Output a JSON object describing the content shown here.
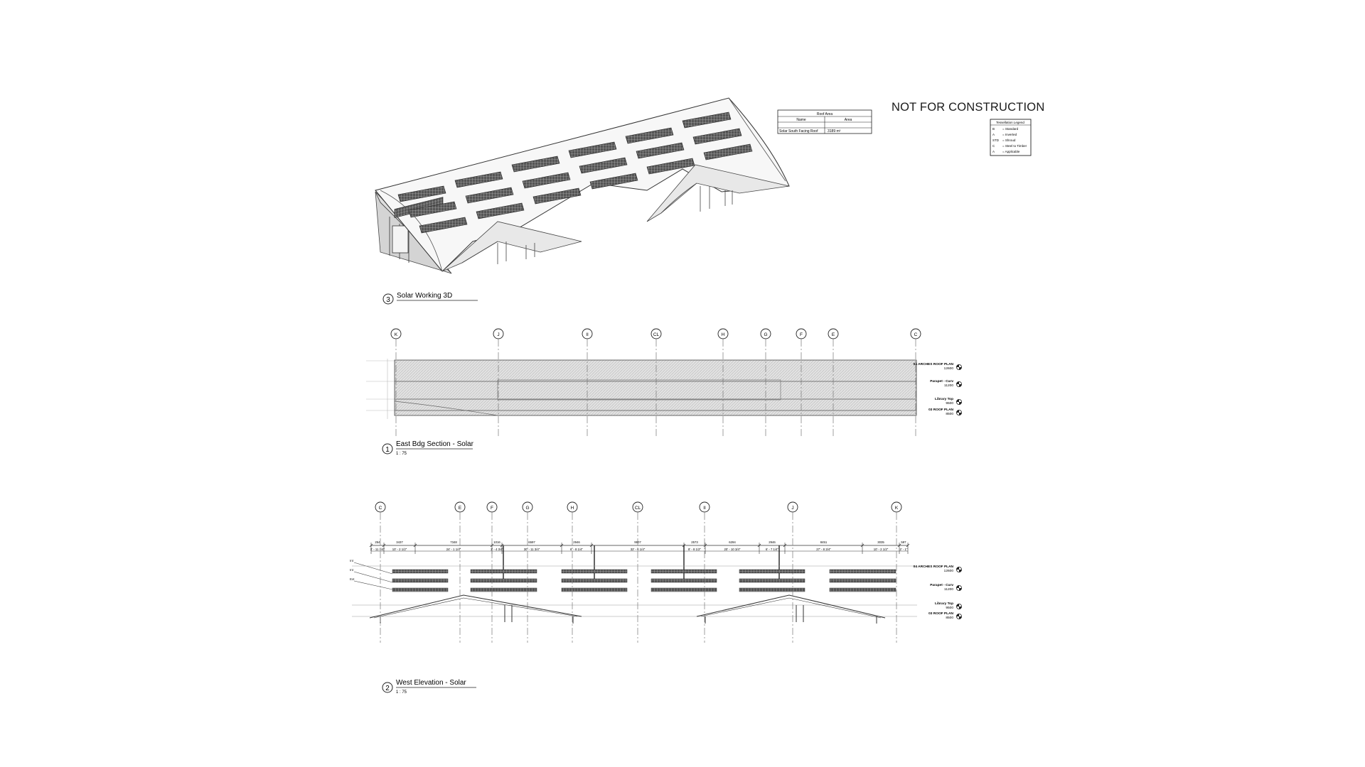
{
  "stamp": "NOT FOR CONSTRUCTION",
  "views": {
    "view3": {
      "number": "3",
      "title": "Solar Working 3D"
    },
    "view1": {
      "number": "1",
      "title": "East Bdg Section - Solar",
      "scale": "1 : 75"
    },
    "view2": {
      "number": "2",
      "title": "West Elevation - Solar",
      "scale": "1 : 75"
    }
  },
  "east_grids": [
    "K",
    "J",
    "II",
    "CL",
    "H",
    "G",
    "F",
    "E",
    "C"
  ],
  "west_grids": [
    "C",
    "E",
    "F",
    "G",
    "H",
    "CL",
    "II",
    "J",
    "K"
  ],
  "east_levels": [
    {
      "name": "04 ARCHES ROOF PLAN",
      "value": "12600"
    },
    {
      "name": "Parapet - Curv",
      "value": "11200"
    },
    {
      "name": "Library Top",
      "value": "9500"
    },
    {
      "name": "03 ROOF PLAN",
      "value": "8500"
    }
  ],
  "west_levels": [
    {
      "name": "04 ARCHES ROOF PLAN",
      "value": "12600"
    },
    {
      "name": "Parapet - Curv",
      "value": "11200"
    },
    {
      "name": "Library Top",
      "value": "9500"
    },
    {
      "name": "03 ROOF PLAN",
      "value": "8500"
    }
  ],
  "dims": {
    "top": [
      "254",
      "3437",
      "7348",
      "1016",
      "6597",
      "2946",
      "9907",
      "2573",
      "6294",
      "2946",
      "8451",
      "3035",
      "597"
    ],
    "bottom": [
      "2' - 11 1/4\"",
      "10' - 2 1/2\"",
      "24' - 1 1/4\"",
      "3' - 4 3/4\"",
      "30' - 11 3/4\"",
      "6' - 8 1/4\"",
      "32' - 6 1/4\"",
      "8' - 8 1/2\"",
      "20' - 10 3/4\"",
      "6' - 7 1/4\"",
      "27' - 8 3/4\"",
      "10' - 2 1/2\"",
      "2' - 1\""
    ]
  },
  "roof_schedule": {
    "title": "Roof Area",
    "headers": [
      "Name",
      "Area"
    ],
    "rows": [
      [
        "Solar South Facing Roof",
        "3189 m²"
      ]
    ]
  },
  "legend": {
    "title": "Tessellation Legend",
    "rows": [
      {
        "mark": "B",
        "text": "= Standard"
      },
      {
        "mark": "A",
        "text": "= Inverted"
      },
      {
        "mark": "STD",
        "text": "= Shroud"
      },
      {
        "mark": "C",
        "text": "= Steel to Timber"
      },
      {
        "mark": "A",
        "text": "= Applicable"
      }
    ]
  },
  "side_tags": [
    "Int",
    "Int",
    "Ext"
  ]
}
